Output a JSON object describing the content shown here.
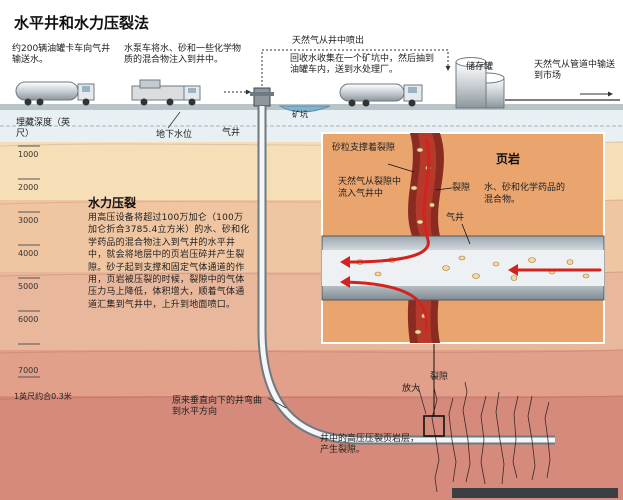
{
  "title": "水平井和水力压裂法",
  "labels": {
    "trucks": "约200辆油罐卡车向气井输送水。",
    "pump": "水泵车将水、砂和一些化学物质的混合物注入到井中。",
    "gas_out": "天然气从井中喷出",
    "recovery": "回收水收集在一个矿坑中，然后抽到油罐车内，送到水处理厂。",
    "storage": "储存罐",
    "pipeline": "天然气从管道中输送到市场",
    "pit": "矿坑",
    "water_table": "地下水位",
    "well": "气井",
    "depth_title": "埋藏深度（英尺）",
    "bend": "原来垂直向下的井弯曲到水平方向",
    "zoom": "放大",
    "fracture": "裂隙",
    "frac_text": "井中的高压压裂页岩层，产生裂隙。",
    "foot_conv": "1英尺约合0.3米"
  },
  "depths": [
    "1000",
    "2000",
    "3000",
    "4000",
    "5000",
    "6000",
    "7000"
  ],
  "frac": {
    "heading": "水力压裂",
    "body": "用高压设备将超过100万加仑（100万加仑折合3785.4立方米）的水、砂和化学药品的混合物注入到气井的水平井中，就会将地层中的页岩压碎并产生裂隙。砂子起到支撑和固定气体通道的作用，页岩被压裂的时候，裂隙中的气体压力马上降低，体积增大，顺着气体通道汇集到气井中，上升到地面喷口。"
  },
  "inset": {
    "sand": "砂粒支撑着裂隙",
    "shale": "页岩",
    "gas_flow": "天然气从裂隙中流入气井中",
    "fissure": "裂隙",
    "well": "气井",
    "mix": "水、砂和化学药品的混合物。"
  },
  "colors": {
    "sky": "#ffffff",
    "stratum1": "#e9f0f4",
    "stratum2": "#f6deb6",
    "stratum3": "#f0c6a2",
    "stratum4": "#e9b79c",
    "stratum5": "#e2a08b",
    "stratum6": "#d68a7b",
    "fracture_red": "#c11b1b",
    "arrow_red": "#d4231e",
    "pipe": "#dfe4e8"
  }
}
